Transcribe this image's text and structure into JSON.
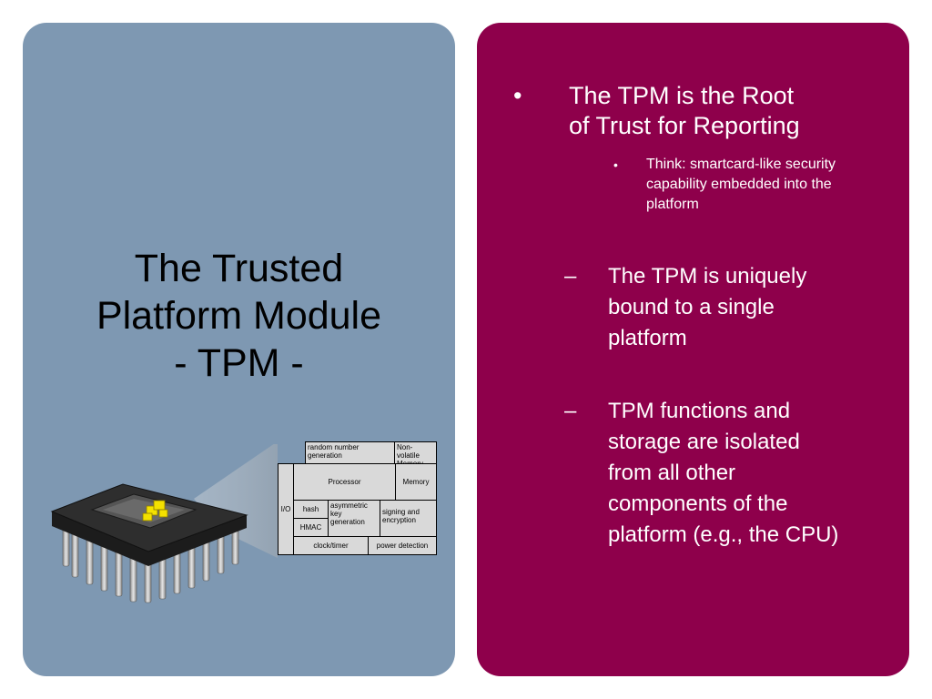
{
  "colors": {
    "background": "#ffffff",
    "left_panel": "#7e98b2",
    "right_panel": "#8e004b",
    "title_text": "#000000",
    "bullet_text": "#ffffff",
    "diagram_cell": "#d9d9d9",
    "highlight_core": "#f4e100"
  },
  "left": {
    "title_lines": [
      "The Trusted",
      "Platform Module",
      "- TPM -"
    ],
    "diagram": {
      "random_number": "random number generation",
      "nonvolatile": "Non-volatile Memory",
      "io": "I/O",
      "processor": "Processor",
      "memory": "Memory",
      "hash": "hash",
      "hmac": "HMAC",
      "asymmetric": "asymmetric key generation",
      "signing": "signing and encryption",
      "clock": "clock/timer",
      "power": "power detection"
    }
  },
  "right": {
    "bullet_mark": "•",
    "dash_mark": "–",
    "main_lines": [
      "The TPM is the Root",
      "of Trust for Reporting"
    ],
    "sub_lines": [
      "Think: smartcard-like security",
      "capability embedded into the",
      "platform"
    ],
    "dash1_lines": [
      "The TPM is uniquely",
      "bound to a single",
      "platform"
    ],
    "dash2_lines": [
      "TPM functions and",
      "storage are isolated",
      "from all other",
      "components of the",
      "platform (e.g., the CPU)"
    ]
  }
}
